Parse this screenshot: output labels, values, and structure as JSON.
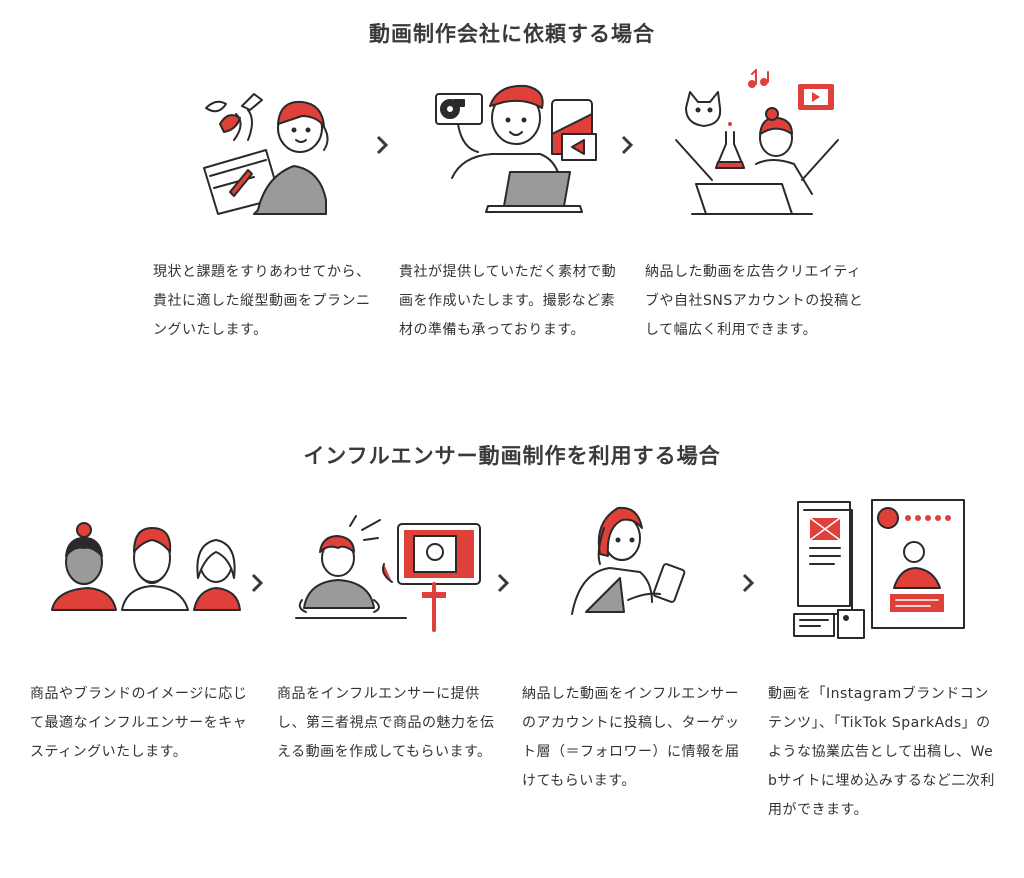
{
  "colors": {
    "accent": "#e0403a",
    "ink": "#2a2a2a",
    "gray": "#9a9a9a"
  },
  "section1": {
    "title": "動画制作会社に依頼する場合",
    "steps": [
      {
        "icon": "planning-woman-illustration",
        "text": "現状と課題をすりあわせてから、貴社に適した縦型動画をプランニングいたします。"
      },
      {
        "icon": "videographer-illustration",
        "text": "貴社が提供していただく素材で動画を作成いたします。撮影など素材の準備も承っております。"
      },
      {
        "icon": "creator-laptop-illustration",
        "text": "納品した動画を広告クリエイティブや自社SNSアカウントの投稿として幅広く利用できます。"
      }
    ]
  },
  "section2": {
    "title": "インフルエンサー動画制作を利用する場合",
    "steps": [
      {
        "icon": "influencer-casting-illustration",
        "text": "商品やブランドのイメージに応じて最適なインフルエンサーをキャスティングいたします。"
      },
      {
        "icon": "influencer-filming-illustration",
        "text": "商品をインフルエンサーに提供し、第三者視点で商品の魅力を伝える動画を作成してもらいます。"
      },
      {
        "icon": "influencer-posting-illustration",
        "text": "納品した動画をインフルエンサーのアカウントに投稿し、ターゲット層（＝フォロワー）に情報を届けてもらいます。"
      },
      {
        "icon": "secondary-use-illustration",
        "text": "動画を「Instagramブランドコンテンツ」、「TikTok SparkAds」のような協業広告として出稿し、Webサイトに埋め込みするなど二次利用ができます。"
      }
    ]
  }
}
